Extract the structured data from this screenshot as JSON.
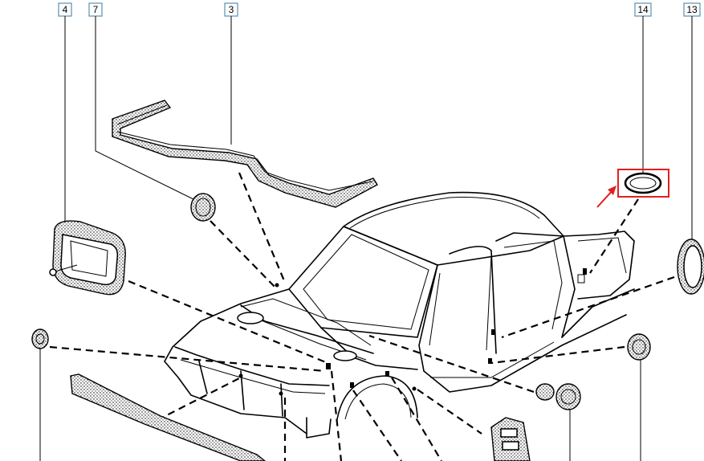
{
  "callouts": [
    {
      "id": "4",
      "label": "4"
    },
    {
      "id": "7",
      "label": "7"
    },
    {
      "id": "3",
      "label": "3"
    },
    {
      "id": "14",
      "label": "14"
    },
    {
      "id": "13",
      "label": "13"
    }
  ],
  "colors": {
    "callout_border": "#5a8fb0",
    "highlight": "#e02020",
    "line": "#000000"
  }
}
